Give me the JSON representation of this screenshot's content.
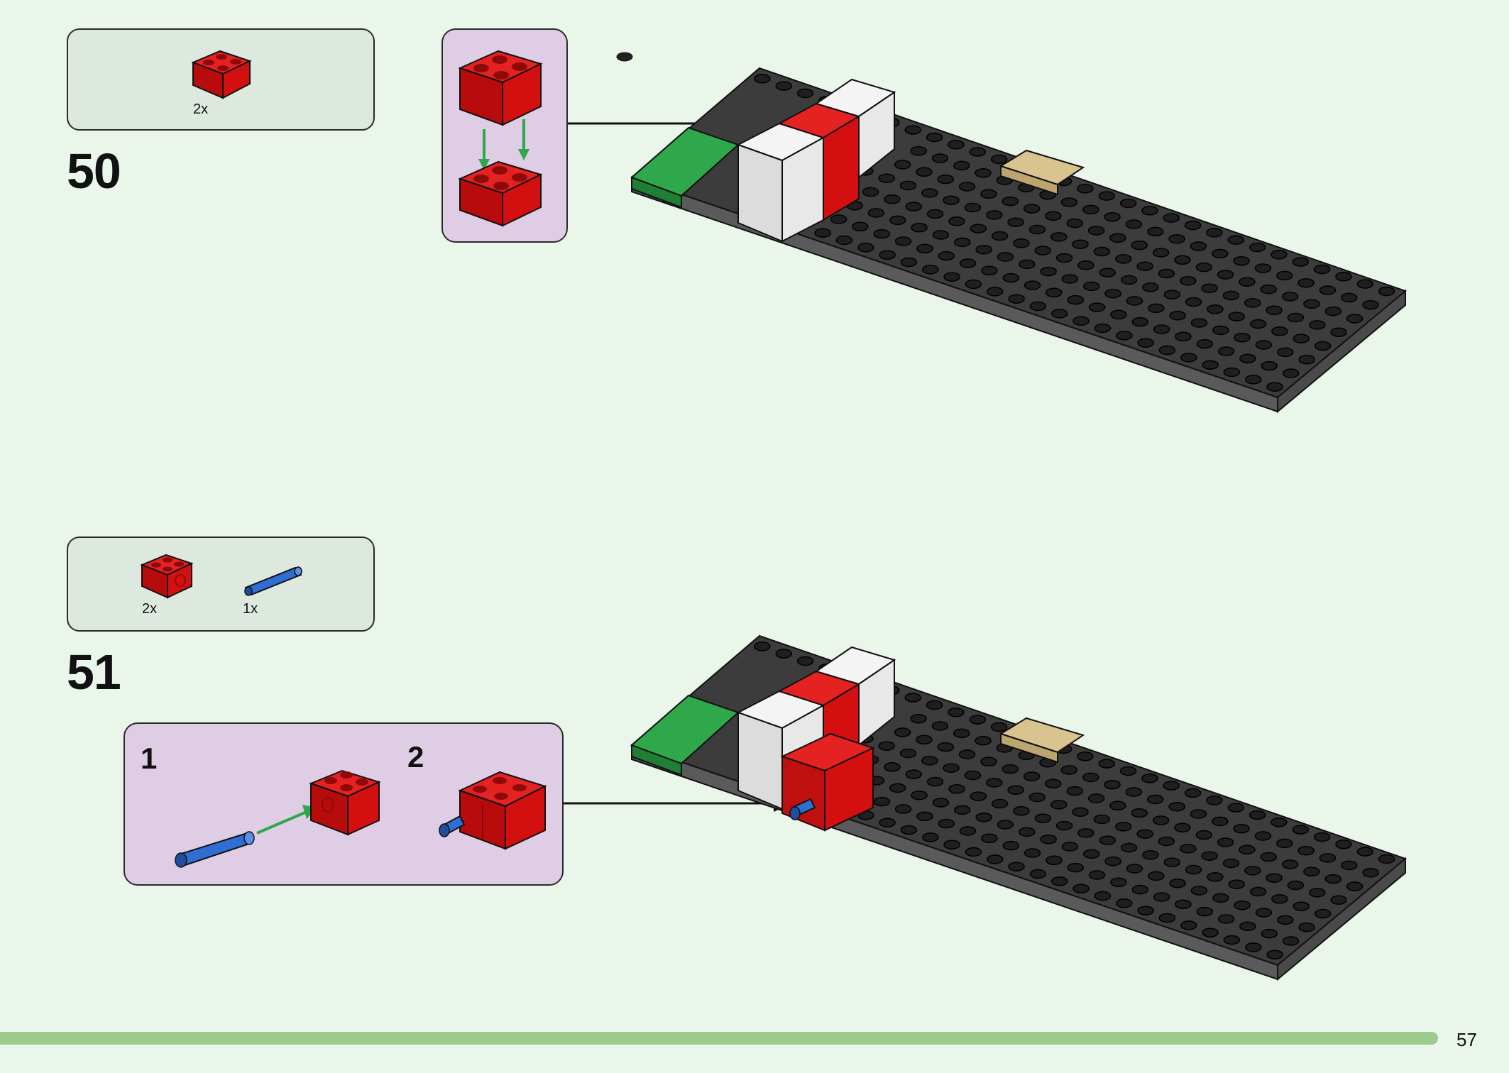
{
  "page": {
    "number": "57",
    "accent_bar_color": "#9ccb8b",
    "background_color": "#eaf6ea"
  },
  "steps": [
    {
      "number": "50",
      "parts": [
        {
          "name": "red-2x2-brick-icon",
          "qty": "2x",
          "color": "#d40f0f"
        }
      ]
    },
    {
      "number": "51",
      "parts": [
        {
          "name": "red-technic-brick-icon",
          "qty": "2x",
          "color": "#d40f0f"
        },
        {
          "name": "blue-pin-icon",
          "qty": "1x",
          "color": "#2f6fd4"
        }
      ],
      "callout": {
        "substeps": [
          "1",
          "2"
        ]
      }
    }
  ],
  "colors": {
    "red": "#d40f0f",
    "white": "#f4f4f4",
    "green": "#2ea84a",
    "dark_gray": "#3c3c3c",
    "tan": "#d9c38e",
    "blue": "#2f6fd4",
    "callout": "#dfcde6",
    "arrow_green": "#2ea84a"
  }
}
